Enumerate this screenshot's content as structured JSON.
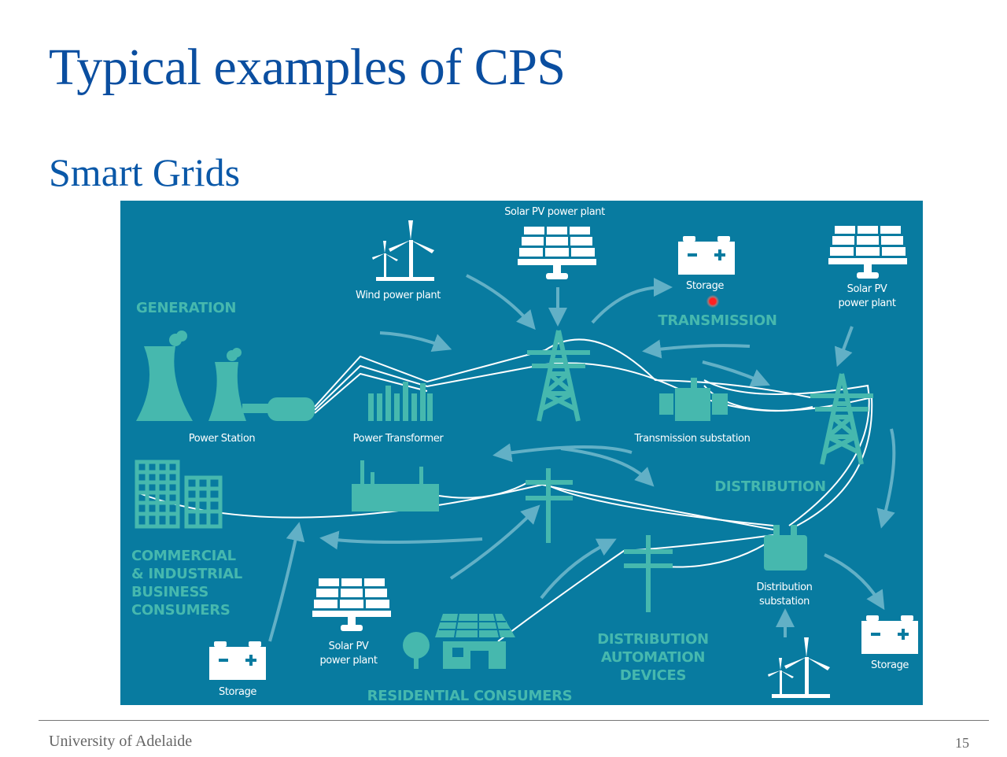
{
  "slide": {
    "title": "Typical examples of CPS",
    "subtitle": "Smart Grids",
    "footer": "University of Adelaide",
    "page_number": "15"
  },
  "diagram": {
    "colors": {
      "background": "#087ba0",
      "teal": "#46b8ae",
      "white": "#ffffff"
    },
    "sections": {
      "generation": "GENERATION",
      "transmission": "TRANSMISSION",
      "distribution": "DISTRIBUTION",
      "commercial": [
        "COMMERCIAL",
        "& INDUSTRIAL",
        "BUSINESS",
        "CONSUMERS"
      ],
      "automation": [
        "DISTRIBUTION",
        "AUTOMATION",
        "DEVICES"
      ],
      "residential": "RESIDENTIAL CONSUMERS"
    },
    "labels": {
      "solar_top": "Solar PV power plant",
      "wind_top": "Wind power plant",
      "storage_top": "Storage",
      "solar_right": [
        "Solar PV",
        "power plant"
      ],
      "power_station": "Power Station",
      "power_transformer": "Power Transformer",
      "transmission_substation": "Transmission substation",
      "distribution_substation": [
        "Distribution",
        "substation"
      ],
      "solar_bottom": [
        "Solar PV",
        "power plant"
      ],
      "storage_bottom_left": "Storage",
      "storage_bottom_right": "Storage"
    }
  }
}
